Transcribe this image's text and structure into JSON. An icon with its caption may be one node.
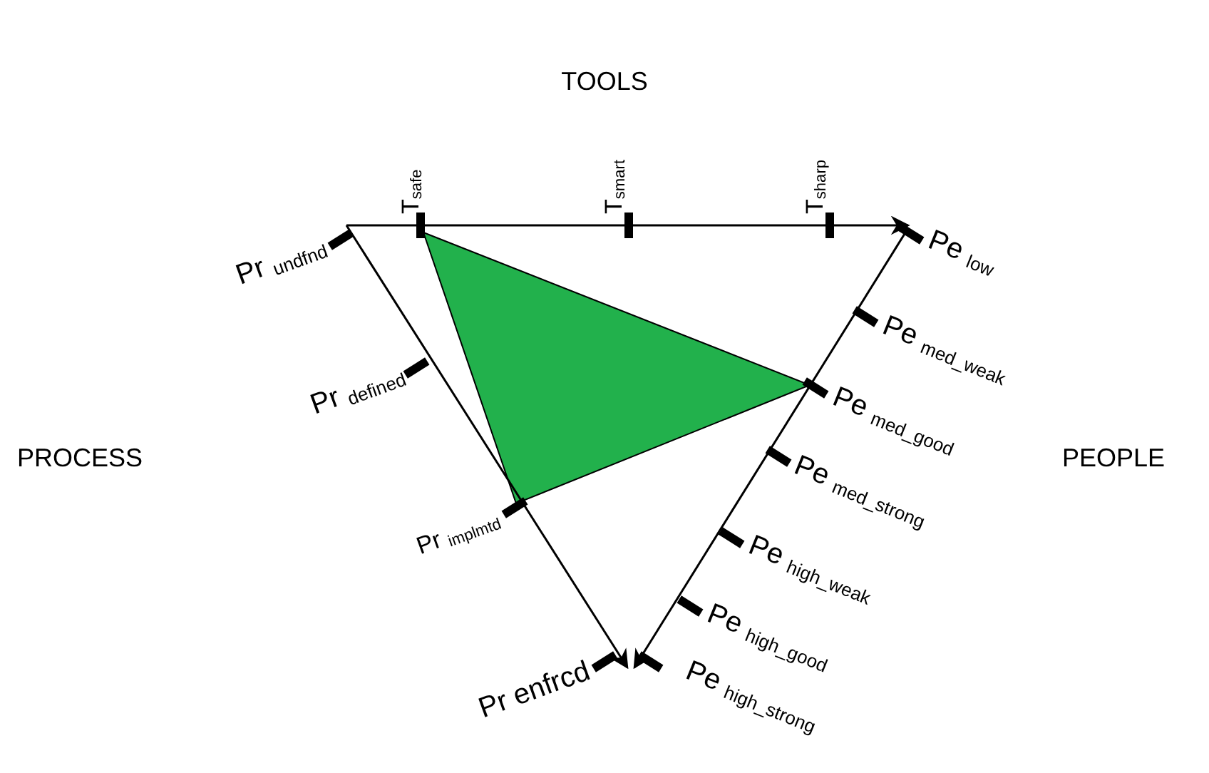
{
  "diagram": {
    "labels": [
      "TOOLS",
      "T$_{safe}$",
      "T$_{smart}$",
      "T$_{sharp}$",
      "Pr $_{undfnd}$",
      "Pe $_{low}$",
      "Pe $_{med_weak}$",
      "Pr $_{defined}$",
      "Pe $_{med_good}$",
      "PROCESS",
      "PEOPLE",
      "Pe $_{med_strong}$",
      "Pr $_{implmtd}$",
      "Pe $_{high_weak}$",
      "Pe $_{high_good}$",
      "Pr enfrcd",
      "Pe $_{high_strong}$"
    ]
  }
}
